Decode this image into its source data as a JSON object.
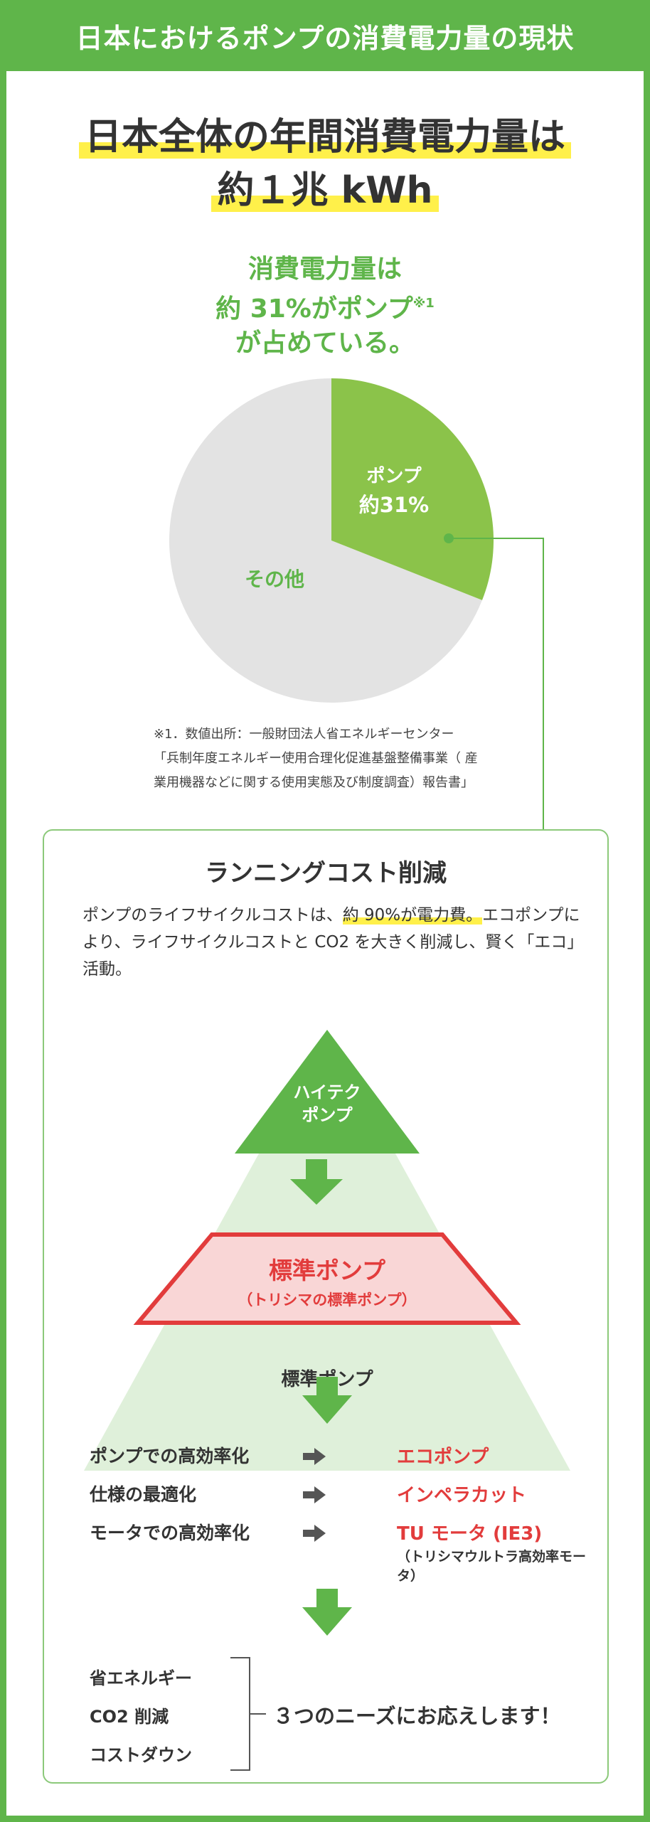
{
  "header": {
    "title": "日本におけるポンプの消費電力量の現状"
  },
  "headline": {
    "line1": "日本全体の年間消費電力量は",
    "line2": "約１兆 kWh"
  },
  "pump_share": {
    "line1": "消費電力量は",
    "line2": "約 31%がポンプ",
    "note_mark": "※1",
    "line3": "が占めている。"
  },
  "chart_data": {
    "type": "pie",
    "slices": [
      {
        "label": "ポンプ",
        "value": 31,
        "value_label": "約31%",
        "color": "#8bc34a"
      },
      {
        "label": "その他",
        "value": 69,
        "color": "#e3e3e3"
      }
    ]
  },
  "footnote": {
    "line1": "※1．数値出所：一般財団法人省エネルギーセンター",
    "line2": "「兵制年度エネルギー使用合理化促進基盤整備事業（ 産",
    "line3": "業用機器などに関する使用実態及び制度調査）報告書」"
  },
  "running_cost": {
    "title": "ランニングコスト削減",
    "body_pre": "ポンプのライフサイクルコストは、",
    "body_highlight": "約 90%が電力費。",
    "body_post": "エコポンプにより、ライフサイクルコストと CO2 を大きく削減し、賢く「エコ」活動。"
  },
  "pyramid": {
    "top_line1": "ハイテク",
    "top_line2": "ポンプ",
    "middle_main": "標準ポンプ",
    "middle_sub": "（トリシマの標準ポンプ）",
    "bottom": "標準ポンプ"
  },
  "measures": [
    {
      "from": "ポンプでの高効率化",
      "to": "エコポンプ"
    },
    {
      "from": "仕様の最適化",
      "to": "インペラカット"
    },
    {
      "from": "モータでの高効率化",
      "to": "TU モータ (IE3)",
      "sub": "（トリシマウルトラ高効率モータ）"
    }
  ],
  "needs": {
    "items": [
      "省エネルギー",
      "CO2 削減",
      "コストダウン"
    ],
    "result": "３つのニーズにお応えします！"
  },
  "colors": {
    "accent_green": "#5fb54a",
    "pump_green": "#8bc34a",
    "red": "#e23c3c",
    "highlight": "#fff04a"
  }
}
